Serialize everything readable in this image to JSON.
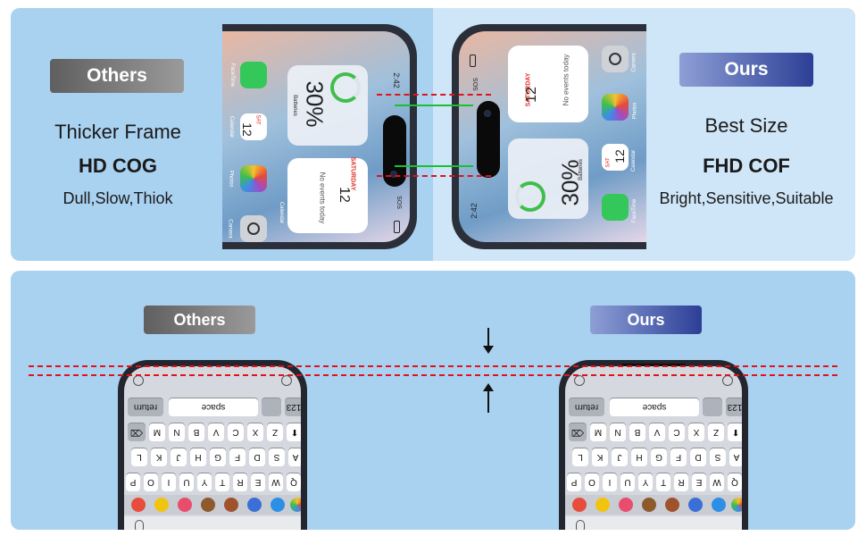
{
  "top": {
    "others": {
      "badge": "Others",
      "line1": "Thicker Frame",
      "line2": "HD COG",
      "line3": "Dull,Slow,Thiok"
    },
    "ours": {
      "badge": "Ours",
      "line1": "Best Size",
      "line2": "FHD COF",
      "line3": "Bright,Sensitive,Suitable"
    },
    "phone": {
      "time": "2:42",
      "battery_pct": "30%",
      "batteries_label": "Batteries",
      "calendar_day": "SATURDAY",
      "calendar_date": "12",
      "calendar_note": "No events today",
      "calendar_label": "Calendar",
      "cal_icon_day": "SAT",
      "cal_icon_date": "12",
      "apps": [
        "FaceTime",
        "Calendar",
        "Photos",
        "Camera"
      ],
      "status": "SOS"
    }
  },
  "bottom": {
    "others_badge": "Others",
    "ours_badge": "Ours",
    "keyboard": {
      "row_num": [
        "123",
        "space",
        "return"
      ],
      "row3": [
        "Z",
        "X",
        "C",
        "V",
        "B",
        "N",
        "M"
      ],
      "row2": [
        "A",
        "S",
        "D",
        "F",
        "G",
        "H",
        "J",
        "K",
        "L"
      ],
      "row1": [
        "Q",
        "W",
        "E",
        "R",
        "T",
        "Y",
        "U",
        "I",
        "O",
        "P"
      ]
    }
  },
  "colors": {
    "panel_blue": "#a9d1f0",
    "panel_light": "#cfe6f8",
    "red_guides": "#e0121b",
    "green_guides": "#19c12f",
    "badge_gray": "#7a7a7a",
    "badge_blue": "#3a4ea3"
  }
}
